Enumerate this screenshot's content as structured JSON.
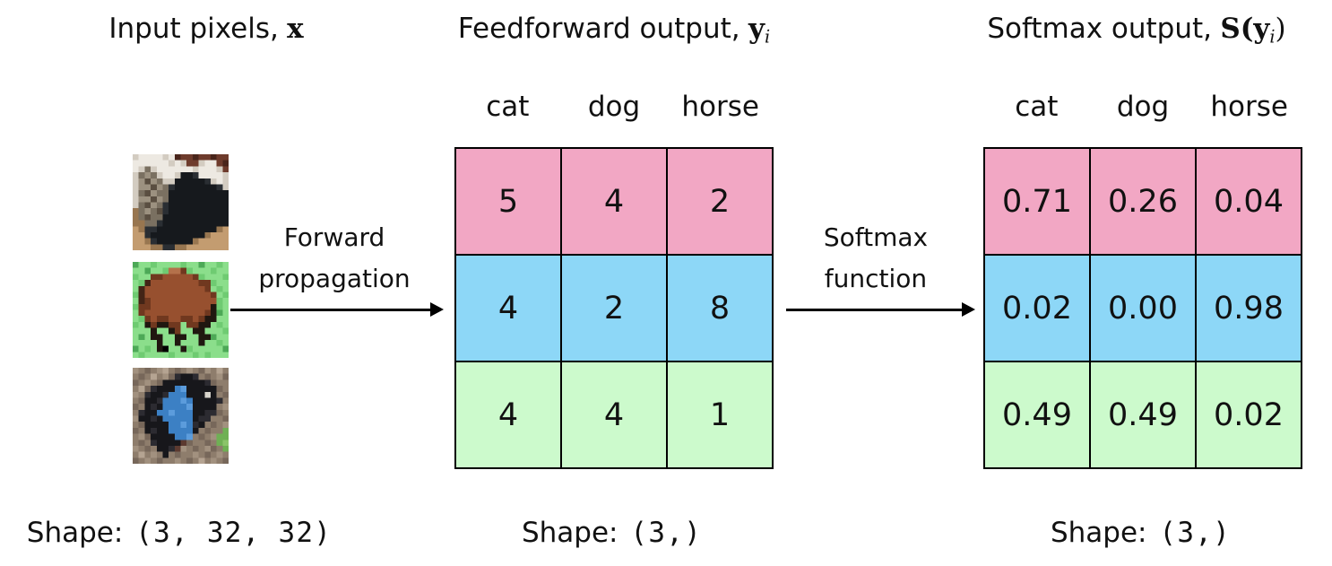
{
  "titles": {
    "input": {
      "text": "Input pixels,",
      "symbol": "x"
    },
    "feedforward": {
      "text": "Feedforward output,",
      "symbol": "y",
      "subscript": "i"
    },
    "softmax": {
      "text": "Softmax output,",
      "open": "S(",
      "symbol": "y",
      "subscript": "i",
      "close": ")"
    }
  },
  "arrows": {
    "forward": {
      "label_line1": "Forward",
      "label_line2": "propagation"
    },
    "softmax": {
      "label_line1": "Softmax",
      "label_line2": "function"
    }
  },
  "tables": {
    "feedforward": {
      "columns": [
        "cat",
        "dog",
        "horse"
      ],
      "rows": [
        {
          "values": [
            "5",
            "4",
            "2"
          ]
        },
        {
          "values": [
            "4",
            "2",
            "8"
          ]
        },
        {
          "values": [
            "4",
            "4",
            "1"
          ]
        }
      ],
      "shape_label": "Shape:",
      "shape_value": "(3,)"
    },
    "softmax": {
      "columns": [
        "cat",
        "dog",
        "horse"
      ],
      "rows": [
        {
          "values": [
            "0.71",
            "0.26",
            "0.04"
          ]
        },
        {
          "values": [
            "0.02",
            "0.00",
            "0.98"
          ]
        },
        {
          "values": [
            "0.49",
            "0.49",
            "0.02"
          ]
        }
      ],
      "shape_label": "Shape:",
      "shape_value": "(3,)"
    }
  },
  "input_panel": {
    "shape_label": "Shape:",
    "shape_value": "(3, 32, 32)",
    "images": [
      {
        "name": "cat",
        "palette": {
          "W": "#EDE9E2",
          "w": "#D3CCC1",
          "R": "#6E3B2C",
          "r": "#49251B",
          "G": "#9C9180",
          "g": "#7A7061",
          "d": "#5A4E41",
          "K": "#16191D",
          "k": "#2A2E33",
          "T": "#C39C70",
          "t": "#987650"
        },
        "pixels": [
          "wWWWWwWrRRrRRrRR",
          "WWWWWWwWwRRwWWRr",
          "WwgwWWWWWWwWWWwR",
          "wgGgwWWwKKkWWWWw",
          "wGdGgwwKKKKKkwWw",
          "wGGdGgkKKKKKKKkw",
          "wgdGggKKKKKKKKKK",
          "wGGdGgKKKKKKKKKK",
          "wgdGgkKKKKKKKKKK",
          "tgGgdkKKKKKKKKKK",
          "tgdggKKKKKKKKKKK",
          "ttggkKKKKKKKKKKK",
          "TtkkKKKKKKKKKKtT",
          "TTkKKKKKKKKKtTTT",
          "TTtkKKKKKKtTTTTT",
          "TTTttkkttTTTTTTT"
        ]
      },
      {
        "name": "horse",
        "palette": {
          "G": "#8BDE8B",
          "g": "#6FCB72",
          "d": "#4DA957",
          "B": "#97502F",
          "b": "#70381F",
          "h": "#B4714B",
          "M": "#432416",
          "K": "#201710"
        },
        "pixels": [
          "dGGgGGGGgGGdGGgG",
          "GGdGGghhbgGGGgGG",
          "gGGbbBBBBBbgGGGg",
          "GgMBBBBBBBBbbgGG",
          "GMBBBBBBBBBBbGgG",
          "gMBBBBBBBBBBBbGg",
          "GMbBBBBBBBBBBBgG",
          "gbbBBBBBBBBBBKgG",
          "GbBBBBBBBBBBbKdG",
          "GgbBbbBBbbBbKKGG",
          "gGKbKKbbGbbKKGgG",
          "GGGKGGKbGGKKGGGg",
          "GdGKKGGKKGGKKdGG",
          "GGGGKGGKGGGKGGgG",
          "dGgGKkGGKgGGGGGd",
          "GgGGGGgGGGgGgGGG"
        ]
      },
      {
        "name": "dog",
        "palette": {
          "N": "#8E7D6C",
          "n": "#A2917F",
          "m": "#77675A",
          "s": "#B5A492",
          "K": "#17171B",
          "k": "#2C2B31",
          "B": "#3C80C4",
          "b": "#5C9CDC",
          "G": "#6FB054",
          "g": "#8BC46A",
          "W": "#D8D4CC",
          "R": "#5C3A30"
        },
        "pixels": [
          "nNmNnsNmNnNmnNsN",
          "NmNsNnmkKKkNmNnm",
          "mNnNmKKKKKKKkmNN",
          "NsmkKKKBbKKKKKmN",
          "nNkKKkBBBKKKWKNm",
          "NmKKkBBBbBKKKKkN",
          "mNKkKBBBBbKKKKNn",
          "NkKKBBbBBBKKkkmN",
          "nKKkKBBBBBKkkNNm",
          "NmKKKKBBbBkKNmNn",
          "mNKkKKBBBBKNmNNG",
          "NnmKKKKBBbNmNnGG",
          "NmNkKKKKRmNNmNGg",
          "nNmNKKkRnNmNnmNG",
          "NsNnNKNmNNnNmNnN",
          "mNnNmNNnNmNsNnNm"
        ]
      }
    ]
  },
  "colors": {
    "row_pink": "#F2A7C4",
    "row_blue": "#8DD7F7",
    "row_green": "#CCFACC",
    "border": "#000000",
    "background": "#FFFFFF"
  }
}
